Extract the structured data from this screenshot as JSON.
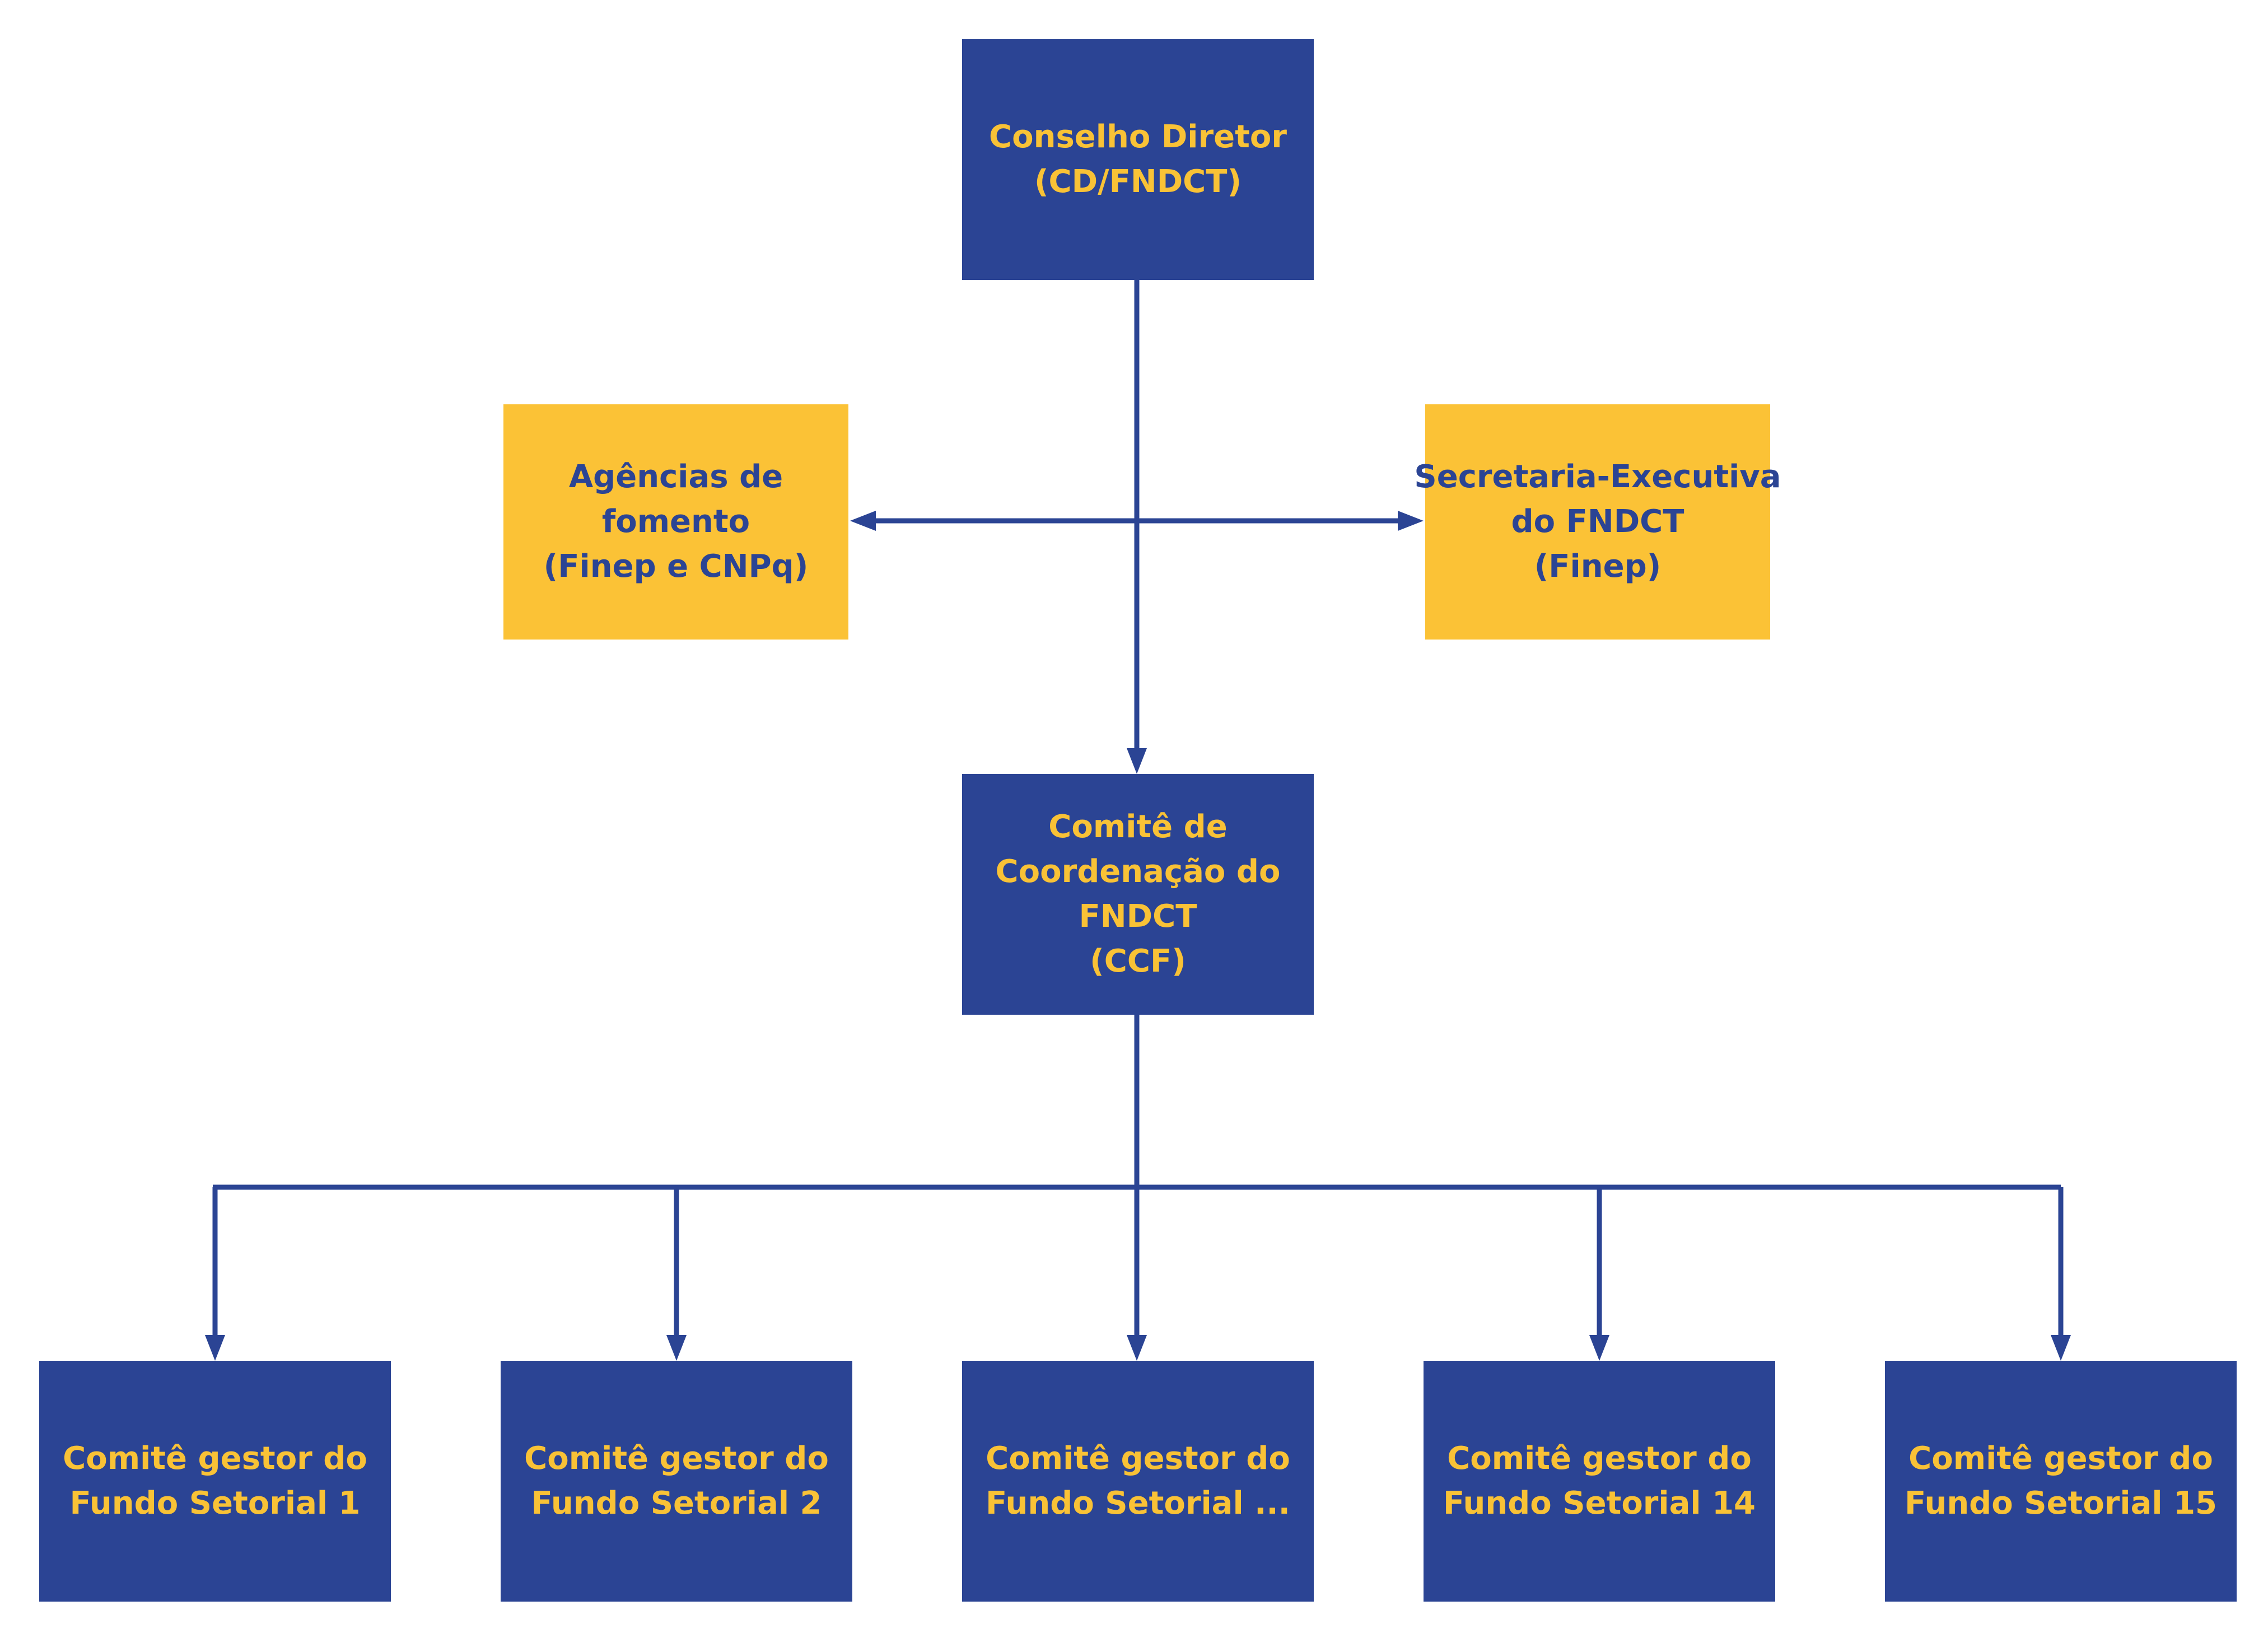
{
  "colors": {
    "primary_blue": "#2b4494",
    "accent_yellow": "#fbc236",
    "connector": "#2b4494"
  },
  "diagram": {
    "conselho": {
      "lines": [
        "Conselho Diretor",
        "(CD/FNDCT)"
      ]
    },
    "agencias": {
      "lines": [
        "Agências de",
        "fomento",
        "(Finep e CNPq)"
      ]
    },
    "secretaria": {
      "lines": [
        "Secretaria-Executiva",
        "do FNDCT",
        "(Finep)"
      ]
    },
    "ccf": {
      "lines": [
        "Comitê de",
        "Coordenação do",
        "FNDCT",
        "(CCF)"
      ]
    },
    "fundos": [
      {
        "lines": [
          "Comitê gestor do",
          "Fundo Setorial 1"
        ]
      },
      {
        "lines": [
          "Comitê gestor do",
          "Fundo Setorial 2"
        ]
      },
      {
        "lines": [
          "Comitê gestor do",
          "Fundo Setorial ..."
        ]
      },
      {
        "lines": [
          "Comitê gestor do",
          "Fundo Setorial 14"
        ]
      },
      {
        "lines": [
          "Comitê gestor do",
          "Fundo Setorial 15"
        ]
      }
    ]
  }
}
